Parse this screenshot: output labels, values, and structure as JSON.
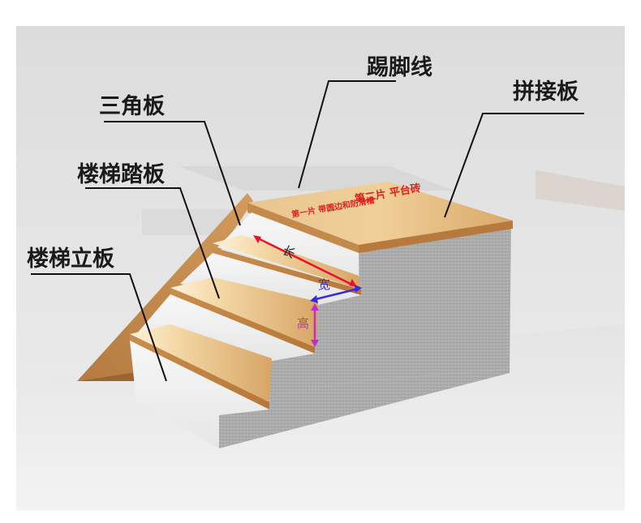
{
  "labels": {
    "skirting": "踢脚线",
    "splice_board": "拼接板",
    "triangle_board": "三角板",
    "stair_tread": "楼梯踏板",
    "stair_riser": "楼梯立板"
  },
  "annotations": {
    "platform_tile": "第二片 平台砖",
    "first_piece": "第一片 带圆边和防滑槽"
  },
  "dimensions": {
    "length": "长",
    "width": "宽",
    "height": "高"
  },
  "colors": {
    "length_arrow": "#e8152a",
    "width_arrow": "#3a2bd8",
    "height_arrow": "#c02ec8",
    "label_text": "#1a1a1a",
    "annotation_text": "#d8231c"
  }
}
